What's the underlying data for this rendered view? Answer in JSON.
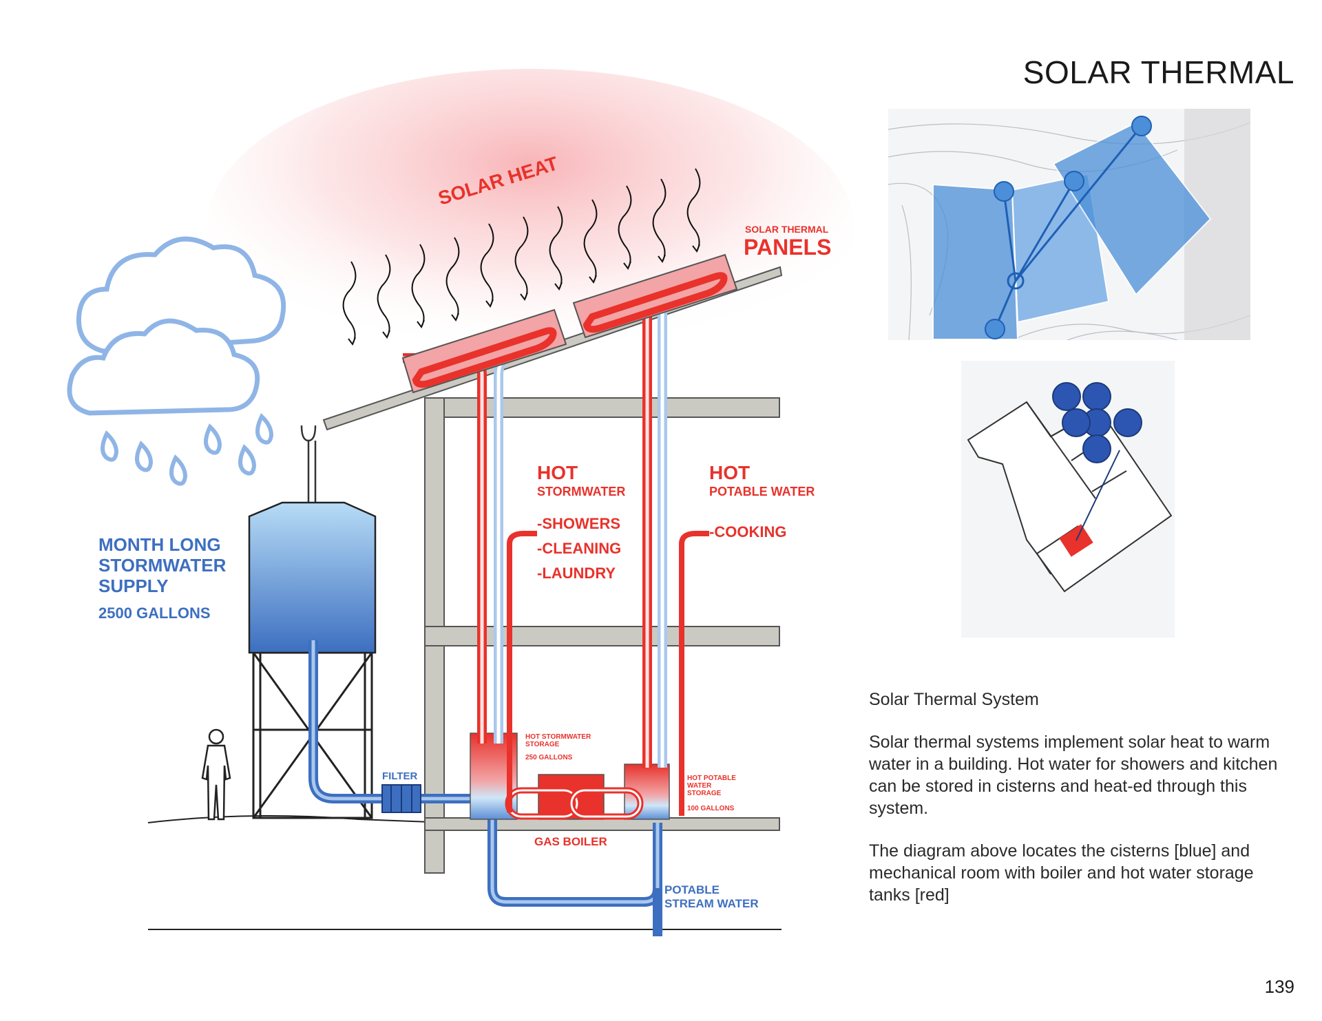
{
  "page": {
    "title": "SOLAR THERMAL",
    "page_number": "139"
  },
  "diagram": {
    "solar_heat": "SOLAR HEAT",
    "panels_small": "SOLAR THERMAL",
    "panels_big": "PANELS",
    "supply_line1": "MONTH LONG",
    "supply_line2": "STORMWATER",
    "supply_line3": "SUPPLY",
    "supply_gallons": "2500 GALLONS",
    "filter": "FILTER",
    "hot_stormwater_hot": "HOT",
    "hot_stormwater_label": "STORMWATER",
    "uses_1": "-SHOWERS",
    "uses_2": "-CLEANING",
    "uses_3": "-LAUNDRY",
    "hot_potable_hot": "HOT",
    "hot_potable_label": "POTABLE WATER",
    "uses_4": "-COOKING",
    "storm_storage_1": "HOT STORMWATER",
    "storm_storage_2": "STORAGE",
    "storm_storage_gal": "250 GALLONS",
    "potable_storage_1": "HOT POTABLE",
    "potable_storage_2": "WATER",
    "potable_storage_3": "STORAGE",
    "potable_storage_gal": "100 GALLONS",
    "gas_boiler": "GAS BOILER",
    "stream_1": "POTABLE",
    "stream_2": "STREAM WATER"
  },
  "caption": {
    "heading": "Solar Thermal System",
    "paragraph1": "Solar thermal systems implement solar heat to warm water in a building. Hot water for showers and kitchen can be stored in cisterns and heat-ed through this system.",
    "paragraph2": "The diagram above locates the cisterns [blue] and mechanical room with boiler and hot water storage tanks [red]"
  },
  "colors": {
    "hot": "#e8322b",
    "cold": "#3d6fc0",
    "light_blue": "#a9c8ec",
    "structure": "#c9c9c1"
  }
}
